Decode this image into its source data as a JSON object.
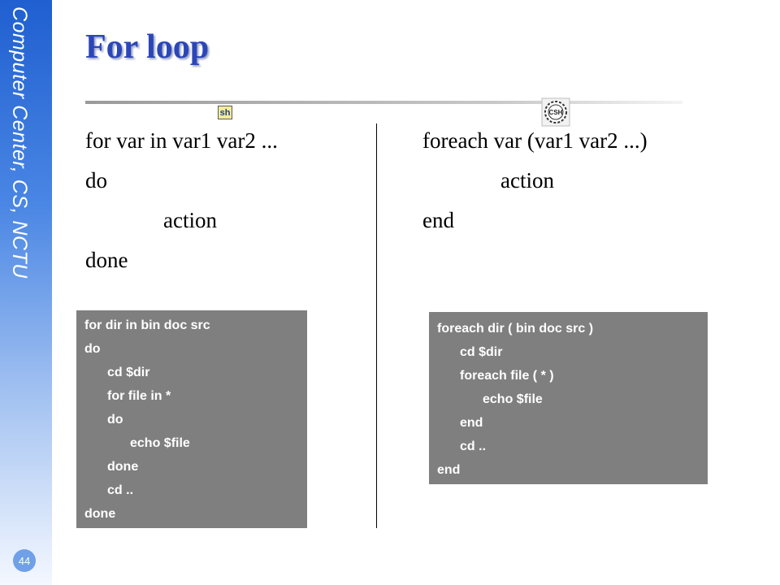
{
  "sidebar": {
    "label": "Computer Center, CS, NCTU",
    "page_number": "44"
  },
  "slide": {
    "title": "For loop"
  },
  "icons": {
    "left": "sh-icon",
    "right": "csh-icon",
    "left_text": "sh",
    "right_text": "CSH"
  },
  "sh_syntax": [
    "for var in var1 var2 ...",
    "do",
    "action",
    "done"
  ],
  "csh_syntax": [
    "foreach var (var1 var2 ...)",
    "action",
    "end"
  ],
  "sh_example": [
    "for dir in bin doc src",
    "do",
    "cd $dir",
    "for file in *",
    "do",
    "echo $file",
    "done",
    "cd ..",
    "done"
  ],
  "csh_example": [
    "foreach dir ( bin doc src )",
    "cd $dir",
    "foreach file ( * )",
    "echo $file",
    "end",
    "cd ..",
    "end"
  ],
  "colors": {
    "title": "#2b46b8",
    "code_box": "#7f7f7f",
    "sidebar_top": "#1f5fd0"
  }
}
